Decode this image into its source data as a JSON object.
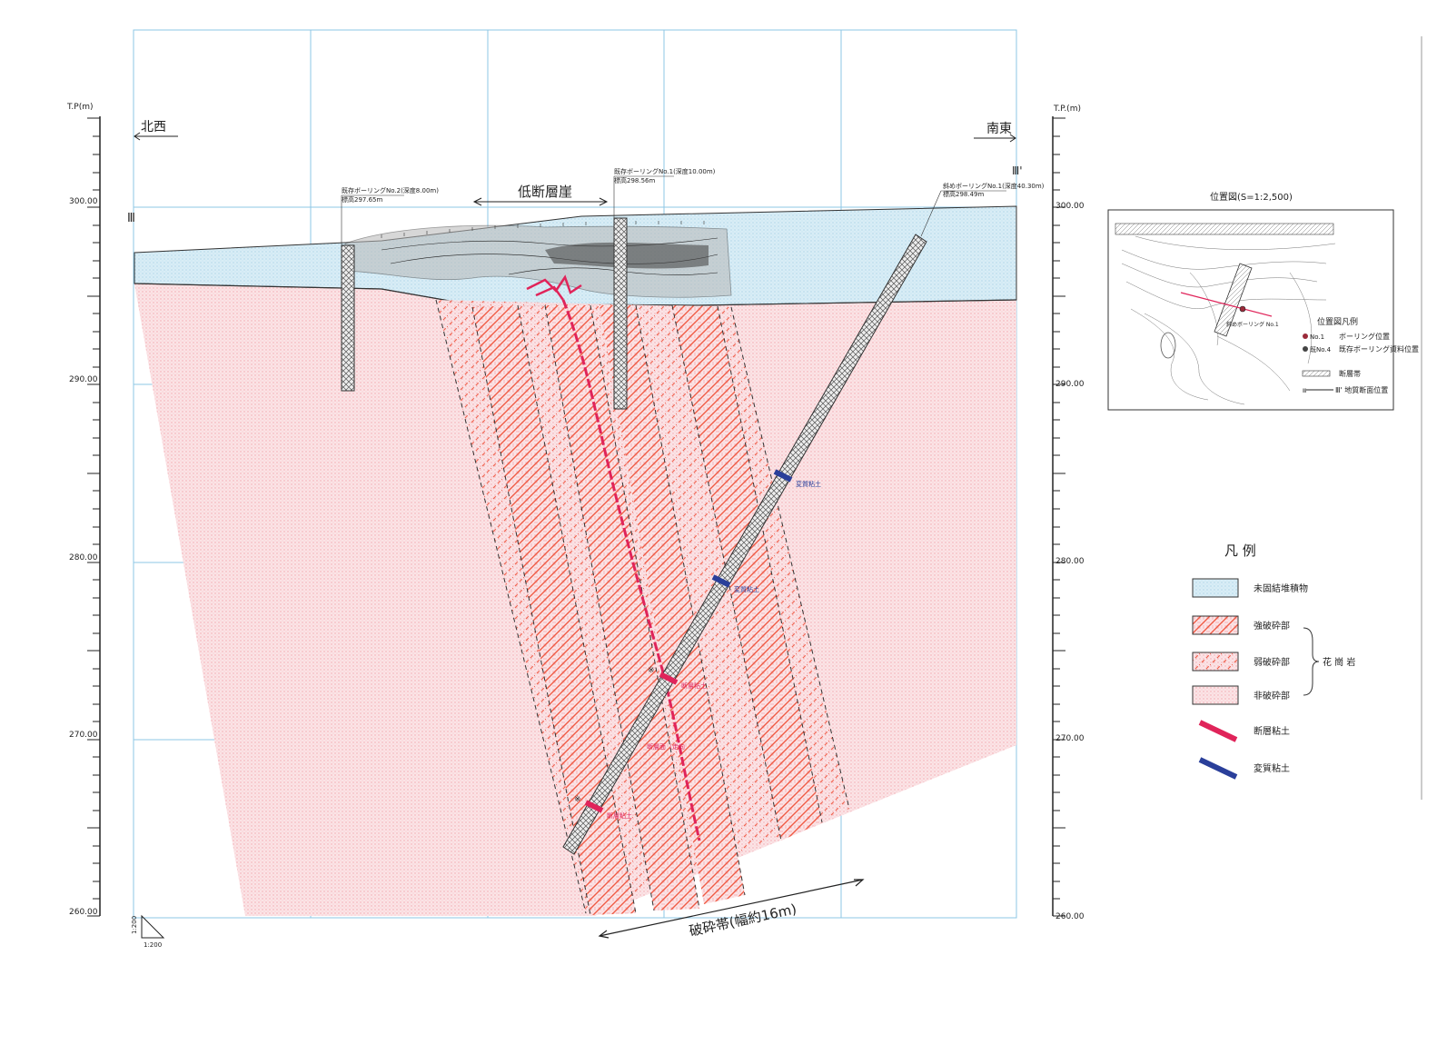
{
  "section": {
    "left_direction": "北西",
    "right_direction": "南東",
    "left_section_mark": "Ⅲ",
    "right_section_mark": "Ⅲ'",
    "scale_label": "1:200",
    "scale_label_horizontal": "1:200",
    "left_axis_title": "T.P(m)",
    "right_axis_title": "T.P.(m)",
    "elevation_ticks": [
      "300.00",
      "290.00",
      "280.00",
      "270.00",
      "260.00"
    ],
    "fault_scarp_label": "低断層崖",
    "fracture_zone_label": "破砕帯(幅約16m)"
  },
  "boreholes": [
    {
      "name": "既存ボーリングNo.2(深度8.00m)",
      "elevation": "標高297.65m"
    },
    {
      "name": "既存ボーリングNo.1(深度10.00m)",
      "elevation": "標高298.56m"
    },
    {
      "name": "斜めボーリングNo.1(深度40.30m)",
      "elevation": "標高298.49m"
    }
  ],
  "annotations": {
    "clay_blue_1": "変質粘土",
    "clay_blue_2": "変質粘土",
    "clay_red_1": "断層粘土",
    "clay_red_2": "断層粘土",
    "asterisk": "※",
    "fault_note": "断層面（走向"
  },
  "location_map": {
    "title": "位置図(S=1:2,500)",
    "legend_title": "位置図凡例",
    "legend_items": [
      {
        "symbol": "No.1",
        "label": "ボーリング位置"
      },
      {
        "symbol": "既No.4",
        "label": "既存ボーリング資料位置"
      },
      {
        "symbol": "",
        "label": "断層帯"
      },
      {
        "symbol": "Ⅲ",
        "label": "Ⅲ' 地質断面位置"
      }
    ],
    "marker_label": "斜めボーリング No.1"
  },
  "legend": {
    "title": "凡 例",
    "items": [
      {
        "label": "未固結堆積物",
        "kind": "sediment",
        "color": "#cfe6f2"
      },
      {
        "label": "強破砕部",
        "kind": "strong",
        "color": "#f26a55"
      },
      {
        "label": "弱破砕部",
        "kind": "weak",
        "color": "#f26a55"
      },
      {
        "label": "非破砕部",
        "kind": "non",
        "color": "#f6d3d6"
      },
      {
        "label": "断層粘土",
        "kind": "fault-clay",
        "color": "#e0245a"
      },
      {
        "label": "変質粘土",
        "kind": "alter-clay",
        "color": "#2a3f9a"
      }
    ],
    "rock_group": "花 崗 岩"
  }
}
